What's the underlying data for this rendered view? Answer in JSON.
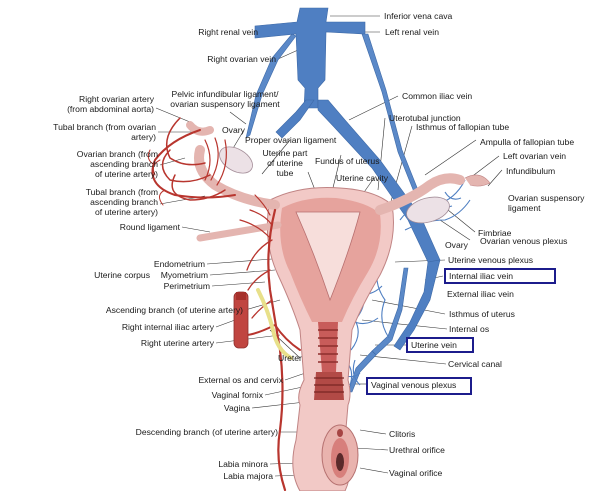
{
  "labels": {
    "inferior_vena_cava": "Inferior vena cava",
    "right_renal_vein": "Right renal vein",
    "left_renal_vein": "Left renal vein",
    "right_ovarian_vein": "Right ovarian vein",
    "right_ovarian_artery": "Right ovarian artery\n(from abdominal aorta)",
    "tubal_branch_top": "Tubal branch (from ovarian\nartery)",
    "ovarian_branch": "Ovarian branch (from\nascending branch\nof uterine artery)",
    "tubal_branch_bottom": "Tubal branch (from\nascending branch\nof uterine artery)",
    "round_ligament": "Round ligament",
    "uterine_corpus": "Uterine corpus",
    "endometrium": "Endometrium",
    "myometrium": "Myometrium",
    "perimetrium": "Perimetrium",
    "ascending_branch": "Ascending branch (of uterine artery)",
    "right_internal_iliac_artery": "Right internal iliac artery",
    "right_uterine_artery": "Right uterine artery",
    "ureter": "Ureter",
    "external_os": "External os and cervix",
    "vaginal_fornix": "Vaginal fornix",
    "vagina": "Vagina",
    "descending_branch": "Descending branch (of uterine artery)",
    "labia_minora": "Labia minora",
    "labia_majora": "Labia majora",
    "pelvic_infundibular": "Pelvic infundibular ligament/\novarian suspensory ligament",
    "ovary_left_side": "Ovary",
    "proper_ovarian_ligament": "Proper ovarian ligament",
    "uterine_part_tube": "Uterine part\nof uterine\ntube",
    "fundus_of_uterus": "Fundus of uterus",
    "uterine_cavity": "Uterine cavity",
    "common_iliac_vein": "Common iliac vein",
    "uterotubal_junction": "Uterotubal junction",
    "isthmus_fallopian": "Isthmus of fallopian tube",
    "ampulla": "Ampulla of fallopian tube",
    "left_ovarian_vein": "Left ovarian vein",
    "infundibulum": "Infundibulum",
    "ovarian_suspensory": "Ovarian suspensory\nligament",
    "fimbriae": "Fimbriae",
    "ovary_right_side": "Ovary",
    "ovarian_venous_plexus": "Ovarian venous plexus",
    "uterine_venous_plexus": "Uterine venous plexus",
    "internal_iliac_vein": "Internal iliac vein",
    "external_iliac_vein": "External iliac vein",
    "isthmus_of_uterus": "Isthmus of uterus",
    "internal_os": "Internal os",
    "uterine_vein": "Uterine vein",
    "cervical_canal": "Cervical canal",
    "vaginal_venous_plexus": "Vaginal venous plexus",
    "clitoris": "Clitoris",
    "urethral_orifice": "Urethral orifice",
    "vaginal_orifice": "Vaginal orifice"
  },
  "colors": {
    "vein": "#4f7fc2",
    "artery": "#b8352e",
    "tissue": "#f2c9c6",
    "highlight_box": "#1c1c8c"
  }
}
